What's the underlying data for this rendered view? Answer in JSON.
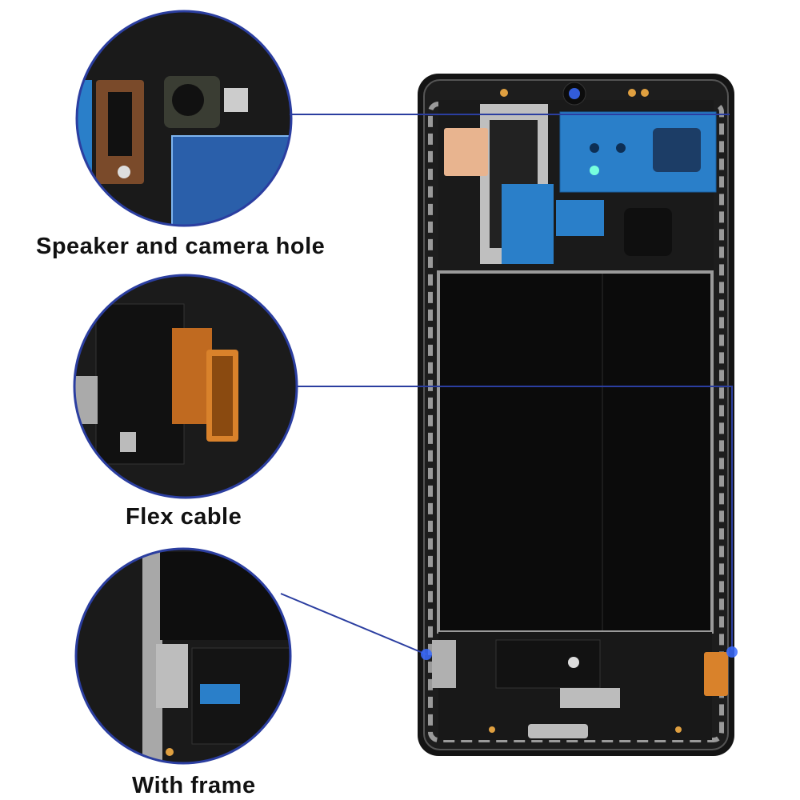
{
  "labels": {
    "speaker": "Speaker and camera hole",
    "flex": "Flex cable",
    "frame": "With frame"
  },
  "colors": {
    "accent": "#2b3ea0",
    "frame": "#111111",
    "tape": "#2a7fc9",
    "flex": "#d9822b"
  }
}
